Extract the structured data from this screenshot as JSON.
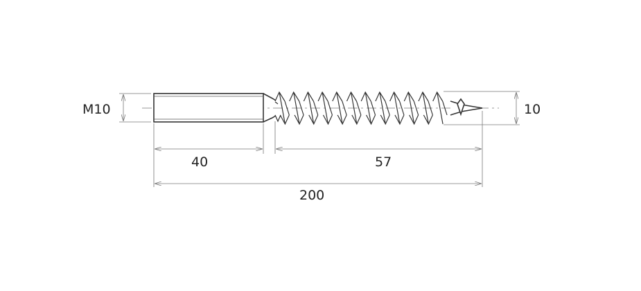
{
  "drawing": {
    "thread_label": "M10",
    "diameter_label": "10",
    "thread_length_label": "40",
    "screw_length_label": "57",
    "total_length_label": "200",
    "line_color": "#333333"
  }
}
